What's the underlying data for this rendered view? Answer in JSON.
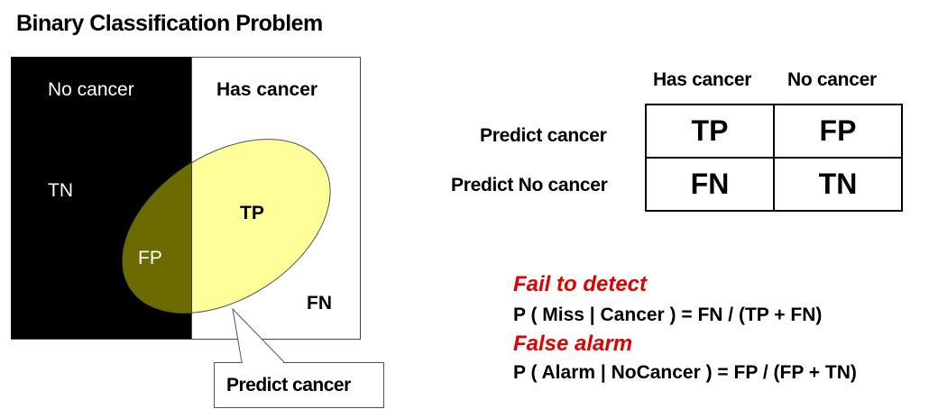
{
  "title": "Binary Classification Problem",
  "venn": {
    "no_cancer": "No cancer",
    "has_cancer": "Has cancer",
    "tn": "TN",
    "fp": "FP",
    "tp": "TP",
    "fn": "FN",
    "callout": "Predict cancer",
    "colors": {
      "negative": "#000000",
      "prediction": "#ffff99",
      "overlap": "#6b6b00"
    }
  },
  "matrix": {
    "col_headers": [
      "Has cancer",
      "No cancer"
    ],
    "row_headers": [
      "Predict cancer",
      "Predict No cancer"
    ],
    "cells": [
      [
        "TP",
        "FP"
      ],
      [
        "FN",
        "TN"
      ]
    ]
  },
  "formulas": {
    "miss_title": "Fail to detect",
    "miss_formula": "P ( Miss | Cancer ) = FN / (TP + FN)",
    "alarm_title": "False alarm",
    "alarm_formula": "P ( Alarm | NoCancer ) = FP / (FP + TN)",
    "title_color": "#e00000"
  }
}
